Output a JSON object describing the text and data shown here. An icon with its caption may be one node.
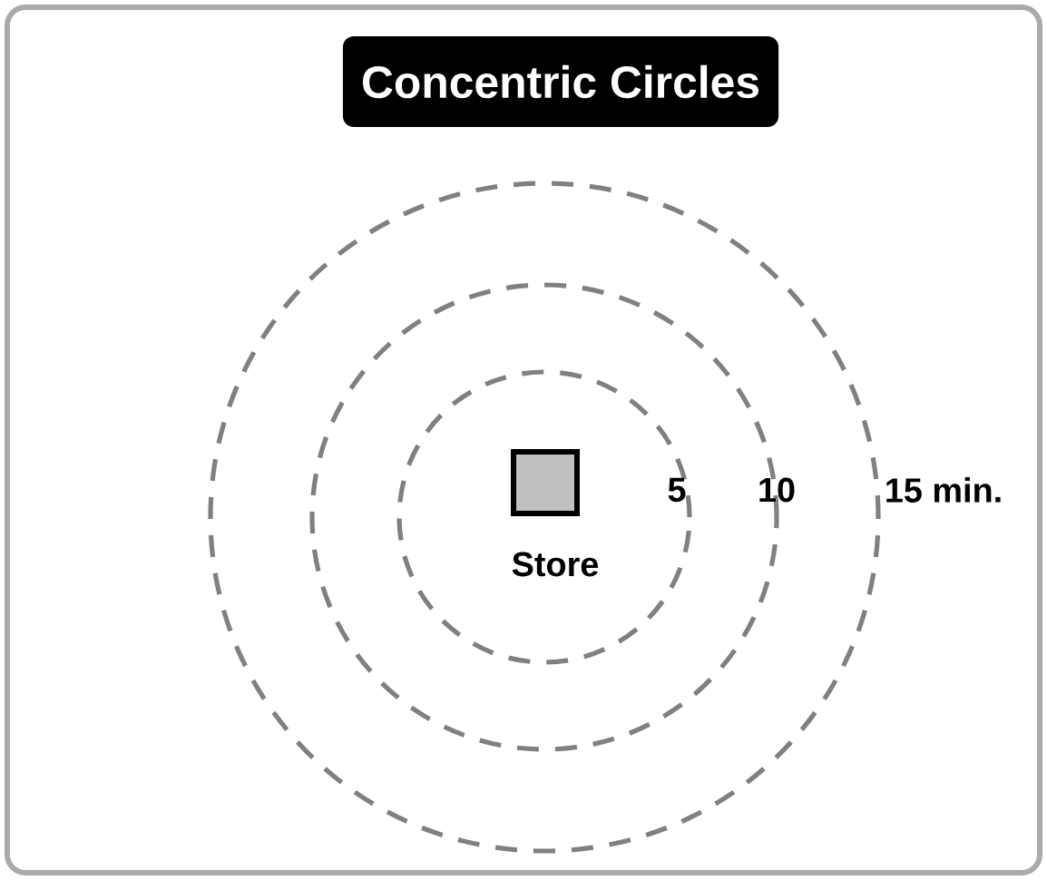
{
  "diagram": {
    "title": "Concentric Circles",
    "labels": [
      "Store",
      "5",
      "10",
      "15 min."
    ]
  }
}
